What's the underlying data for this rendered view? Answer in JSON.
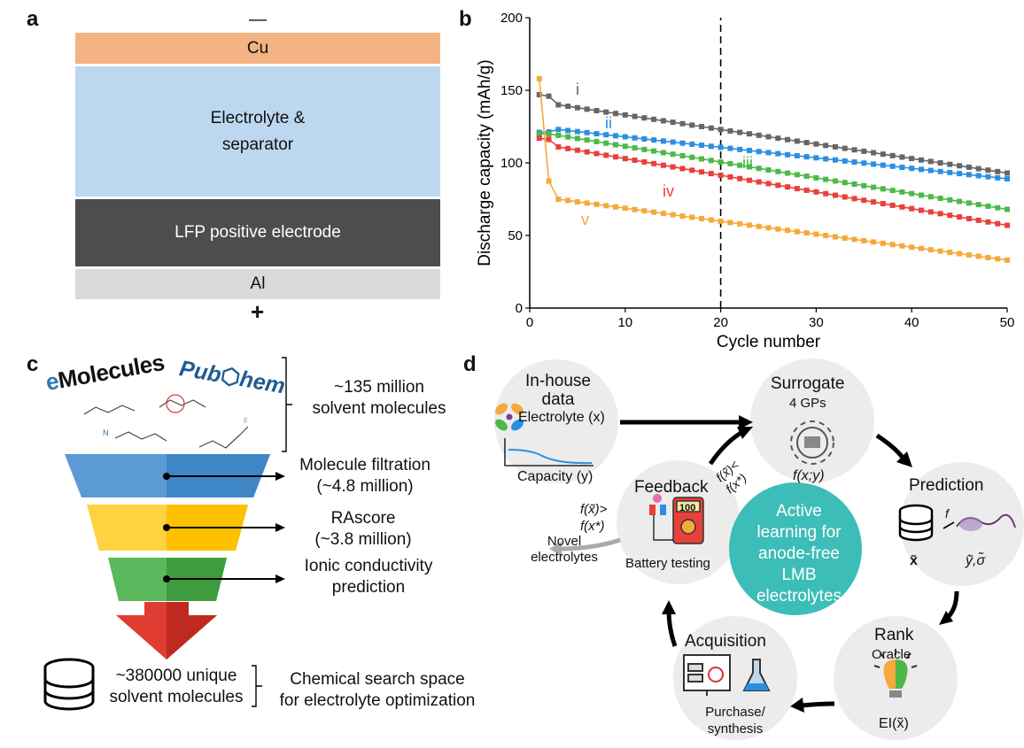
{
  "panels": {
    "a": "a",
    "b": "b",
    "c": "c",
    "d": "d"
  },
  "panel_a": {
    "minus": "—",
    "plus": "+",
    "layers": [
      {
        "label": "Cu",
        "color": "#f3b382"
      },
      {
        "label": "Electrolyte &\nseparator",
        "color": "#bcd7ee"
      },
      {
        "label": "LFP positive electrode",
        "color": "#4d4d4d"
      },
      {
        "label": "Al",
        "color": "#d9d9d9"
      }
    ]
  },
  "chart_data": {
    "type": "line",
    "xlabel": "Cycle number",
    "ylabel": "Discharge capacity (mAh/g)",
    "xlim": [
      0,
      50
    ],
    "ylim": [
      0,
      200
    ],
    "xticks": [
      0,
      10,
      20,
      30,
      40,
      50
    ],
    "yticks": [
      0,
      50,
      100,
      150,
      200
    ],
    "vline": 20,
    "series": [
      {
        "name": "i",
        "color": "#666666",
        "start": 147,
        "drop_to": 140,
        "end": 93
      },
      {
        "name": "ii",
        "color": "#2b8fe0",
        "start": 121,
        "drop_to": 123,
        "end": 89
      },
      {
        "name": "iii",
        "color": "#4db848",
        "start": 120,
        "drop_to": 119,
        "end": 68
      },
      {
        "name": "iv",
        "color": "#e8403a",
        "start": 117,
        "drop_to": 111,
        "end": 57
      },
      {
        "name": "v",
        "color": "#f5a93b",
        "start": 158,
        "drop_to": 75,
        "end": 33
      }
    ]
  },
  "panel_c": {
    "emolecules": "eMolecules",
    "pubchem_a": "Pub",
    "pubchem_b": "hem",
    "count_total": "~135 million\nsolvent molecules",
    "step1": "Molecule filtration\n(~4.8 million)",
    "step2": "RAscore\n(~3.8 million)",
    "step3": "Ionic conductivity\nprediction",
    "final_count": "~380000 unique\nsolvent molecules",
    "final_desc": "Chemical search space\nfor electrolyte optimization",
    "funnel_colors": [
      "#5b9bd5",
      "#ffc000",
      "#4ca64c",
      "#e03c31"
    ]
  },
  "panel_d": {
    "inhouse_title": "In-house\ndata",
    "electrolyte": "Electrolyte (x)",
    "capacity": "Capacity (y)",
    "surrogate_title": "Surrogate",
    "surrogate_sub": "4 GPs",
    "surrogate_fx": "f(x;y)",
    "prediction_title": "Prediction",
    "pred_x": "x̃",
    "pred_y": "ỹ,σ̃",
    "pred_f": "f",
    "rank_title": "Rank",
    "rank_sub": "Oracle",
    "rank_ei": "EI(x̃)",
    "acq_title": "Acquisition",
    "acq_sub": "Purchase/\nsynthesis",
    "feedback_title": "Feedback",
    "feedback_sub": "Battery testing",
    "meter_display": "100",
    "center": "Active\nlearning for\nanode-free LMB\nelectrolytes",
    "cond_less": "f(x̃)<\nf(x*)",
    "cond_greater": "f(x̃)>\nf(x*)",
    "novel": "Novel\nelectrolytes",
    "center_color": "#3dbdb7"
  }
}
